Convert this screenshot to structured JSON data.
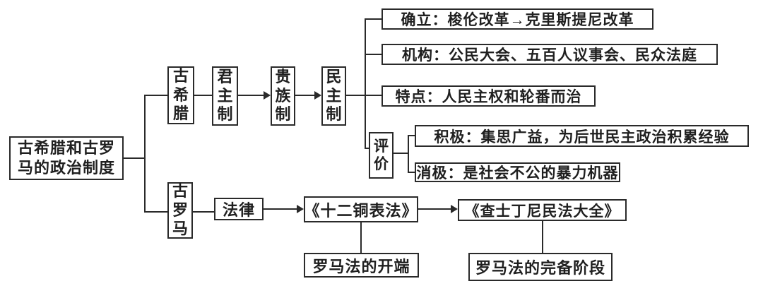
{
  "colors": {
    "ink": "#2a2a2a",
    "background": "#ffffff"
  },
  "root": {
    "title": "古希腊和古罗马的政治制度"
  },
  "greece": {
    "label": "古希腊",
    "stages": [
      "君主制",
      "贵族制",
      "民主制"
    ],
    "democracy": {
      "establish": "确立：梭伦改革→克里斯提尼改革",
      "institutions": "机构：公民大会、五百人议事会、民众法庭",
      "features": "特点：人民主权和轮番而治",
      "evaluation": {
        "label": "评价",
        "positive": "积极：集思广益，为后世民主政治积累经验",
        "negative": "消极：是社会不公的暴力机器"
      }
    }
  },
  "rome": {
    "label": "古罗马",
    "law": "法律",
    "twelve_tables": "《十二铜表法》",
    "justinian_code": "《查士丁尼民法大全》",
    "twelve_tables_note": "罗马法的开端",
    "justinian_note": "罗马法的完备阶段"
  }
}
